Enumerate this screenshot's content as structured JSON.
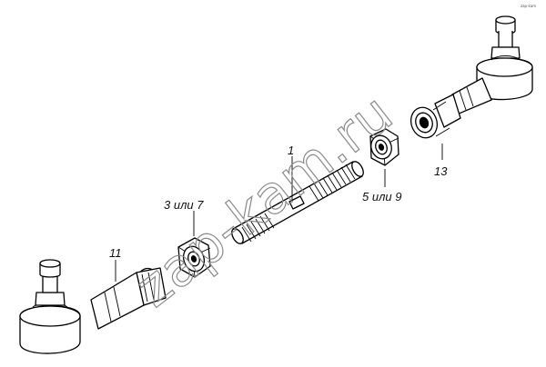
{
  "parts": {
    "p1": "1",
    "p3": "3 или 7",
    "p5": "5 или 9",
    "p11": "11",
    "p13": "13"
  },
  "watermark": "zap-kam.ru",
  "corner_mark": "zap-kam"
}
